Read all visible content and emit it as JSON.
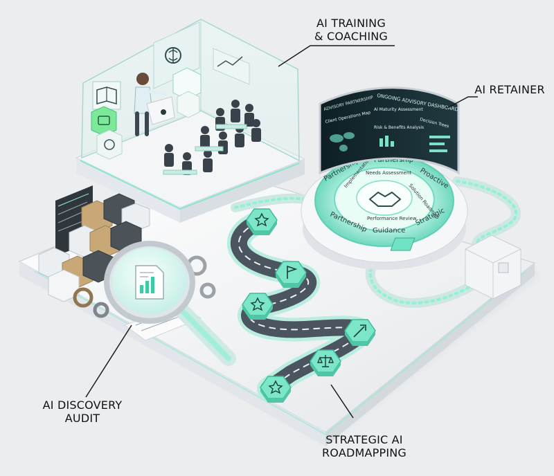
{
  "callouts": {
    "training": {
      "line1": "AI TRAINING",
      "line2": "& COACHING"
    },
    "retainer": {
      "line1": "AI RETAINER"
    },
    "discovery": {
      "line1": "AI DISCOVERY",
      "line2": "AUDIT"
    },
    "roadmapping": {
      "line1": "STRATEGIC AI",
      "line2": "ROADMAPPING"
    }
  },
  "dashboard": {
    "title": "ONGOING ADVISORY DASHBOARD",
    "subtitle": "ADVISORY PARTNERSHIP",
    "panels": [
      "Client Operations Map",
      "AI Maturity Assessment",
      "Risk & Benefits Analysis",
      "Decision Trees"
    ]
  },
  "ring": {
    "outer": [
      "Partnership",
      "Partnership",
      "Proactive",
      "Partnership",
      "Guidance",
      "Strategic"
    ],
    "inner": [
      "Needs Assessment",
      "Solution Roadmap",
      "Performance Review",
      "Implementation"
    ]
  },
  "colors": {
    "background": "#ecedef",
    "platform": "#f6f7f8",
    "accent": "#5fe0c0",
    "glow": "#8ef2d6",
    "road": "#4a5560",
    "cube_tan": "#c9a878",
    "cube_dark": "#4c5358"
  },
  "icons": {
    "road_nodes": [
      "star-icon",
      "flag-icon",
      "star-icon",
      "rocket-icon",
      "scales-icon",
      "star-icon"
    ],
    "training_screen": "brain-icon",
    "training_cubes": [
      "robot-icon",
      "gear-icon",
      "book-icon"
    ],
    "magnifier": "document-chart-icon"
  }
}
